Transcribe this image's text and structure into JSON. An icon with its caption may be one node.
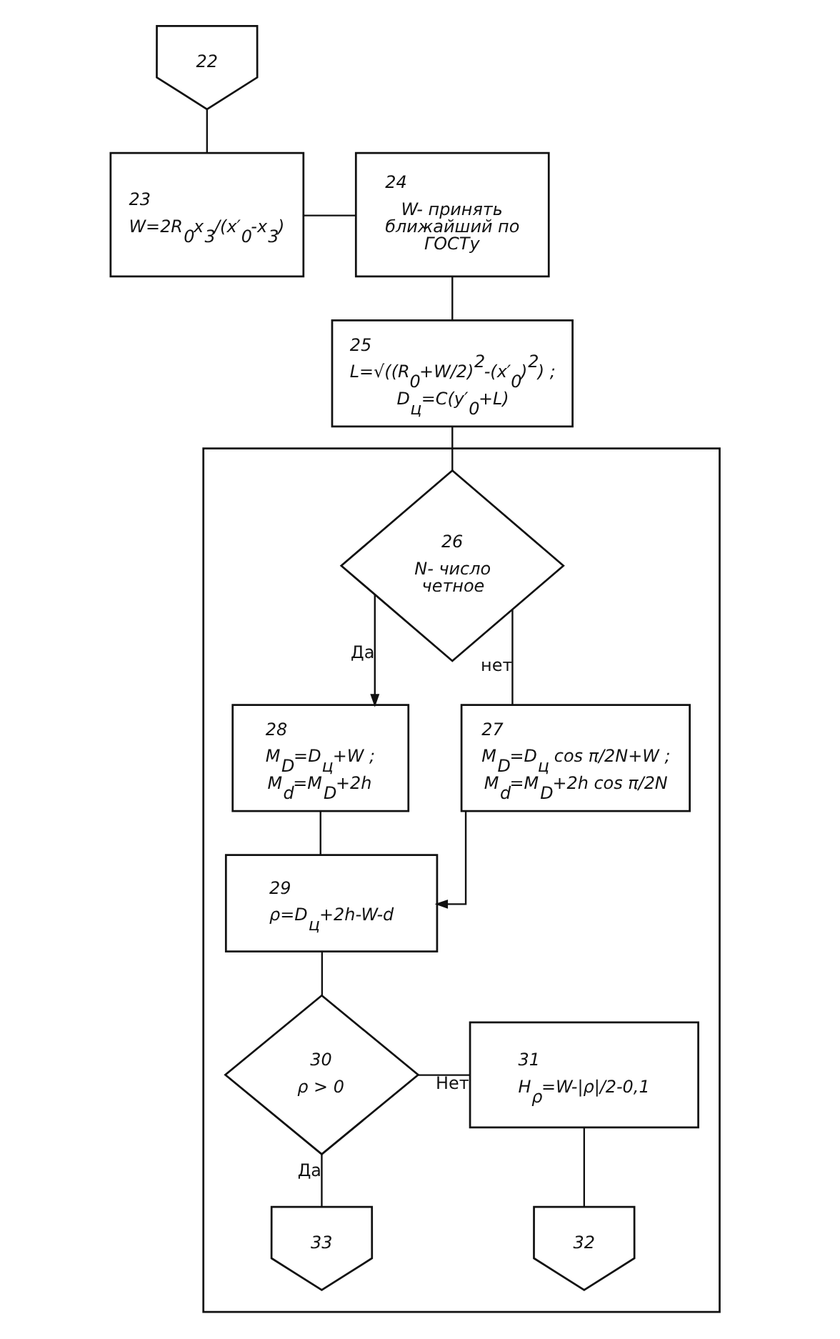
{
  "diagram": {
    "nodes": [
      {
        "text": [
          "22"
        ]
      },
      {
        "text": [
          "23",
          "W=2R$_{0}$x$_{3}$/(x′$_{0}$-x$_{3}$)"
        ]
      },
      {
        "text": [
          "24",
          "W- принять ближайший по ГОСТу"
        ]
      },
      {
        "text": [
          "25",
          "L=√((R$_{0}$+W/2)$^{2}$-(x′$_{0}$)$^{2}$) ;",
          "D$_{ц}$=C(y′$_{0}$+L)"
        ]
      },
      {
        "text": [],
        "shape": "box"
      },
      {
        "text": [
          "26",
          "N- число четное"
        ],
        "in": 4
      },
      {
        "text": [
          "27",
          "M$_{D}$=D$_{ц}$ cos π/2N+W ;",
          "M$_{d}$=M$_{D}$+2h cos π/2N"
        ],
        "in": 4
      },
      {
        "text": [
          "28",
          "M$_{D}$=D$_{ц}$+W ;",
          "M$_{d}$=M$_{D}$+2h"
        ],
        "in": 4
      },
      {
        "text": [
          "29",
          "ρ=D$_{ц}$+2h-W-d"
        ],
        "in": 4
      },
      {
        "text": [
          "30",
          "ρ > 0"
        ],
        "in": 4
      },
      {
        "text": [
          "31",
          "H$_{ρ}$=W-|ρ|/2-0,1"
        ],
        "in": 4
      },
      {
        "text": [
          "32"
        ],
        "in": 4
      },
      {
        "text": [
          "33"
        ],
        "in": 4
      }
    ],
    "edges": [
      {
        "from": 0,
        "to": 1,
        "arrow": "none"
      },
      {
        "from": 1,
        "to": 2,
        "arrow": "none"
      },
      {
        "from": 2,
        "to": 3,
        "arrow": "none"
      },
      {
        "from": 3,
        "to": 5,
        "arrow": "none"
      },
      {
        "from": 5,
        "to": 7,
        "arrow": "to",
        "label": "Да"
      },
      {
        "from": 5,
        "to": 6,
        "arrow": "none",
        "label": "нет"
      },
      {
        "from": 7,
        "to": 8,
        "arrow": "none"
      },
      {
        "from": 6,
        "to": 8,
        "arrow": "to"
      },
      {
        "from": 8,
        "to": 9,
        "arrow": "none"
      },
      {
        "from": 9,
        "to": 10,
        "arrow": "none",
        "label": "Нет"
      },
      {
        "from": 9,
        "to": 12,
        "arrow": "none",
        "label": "Да"
      },
      {
        "from": 10,
        "to": 11,
        "arrow": "none"
      }
    ]
  }
}
